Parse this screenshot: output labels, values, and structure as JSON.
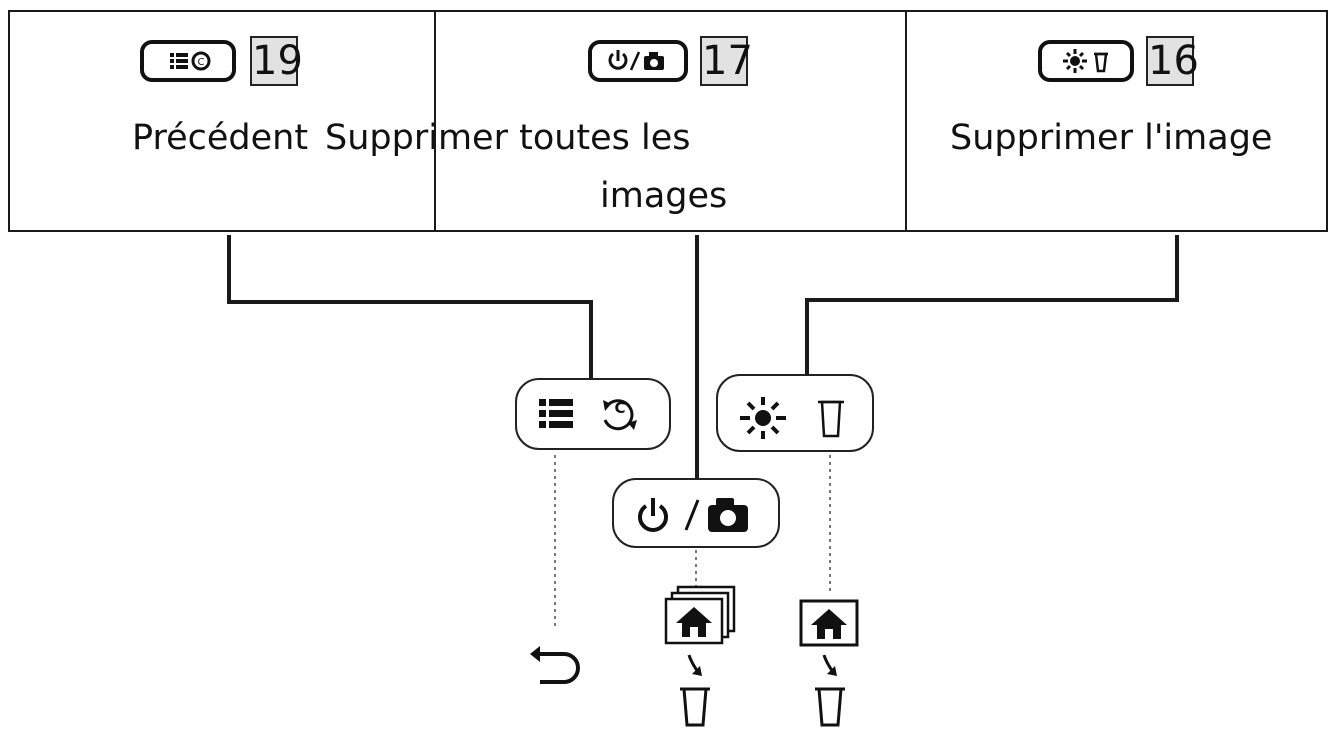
{
  "header": {
    "col1": {
      "number": "19",
      "label": "Précédent"
    },
    "col2": {
      "number": "17",
      "label_line1": "Supprimer toutes les",
      "label_line2": "images"
    },
    "col3": {
      "number": "16",
      "label": "Supprimer l'image"
    }
  },
  "buttons": {
    "menu_rotate": {
      "icons": [
        "list-icon",
        "rotate-icon"
      ],
      "rotate_letter": "C"
    },
    "power_camera": {
      "icons": [
        "power-icon",
        "camera-icon"
      ],
      "separator": "/"
    },
    "brightness_delete": {
      "icons": [
        "brightness-icon",
        "trash-icon"
      ]
    }
  },
  "colors": {
    "line": "#1a1a1a",
    "number_bg": "#e2e2e2"
  }
}
